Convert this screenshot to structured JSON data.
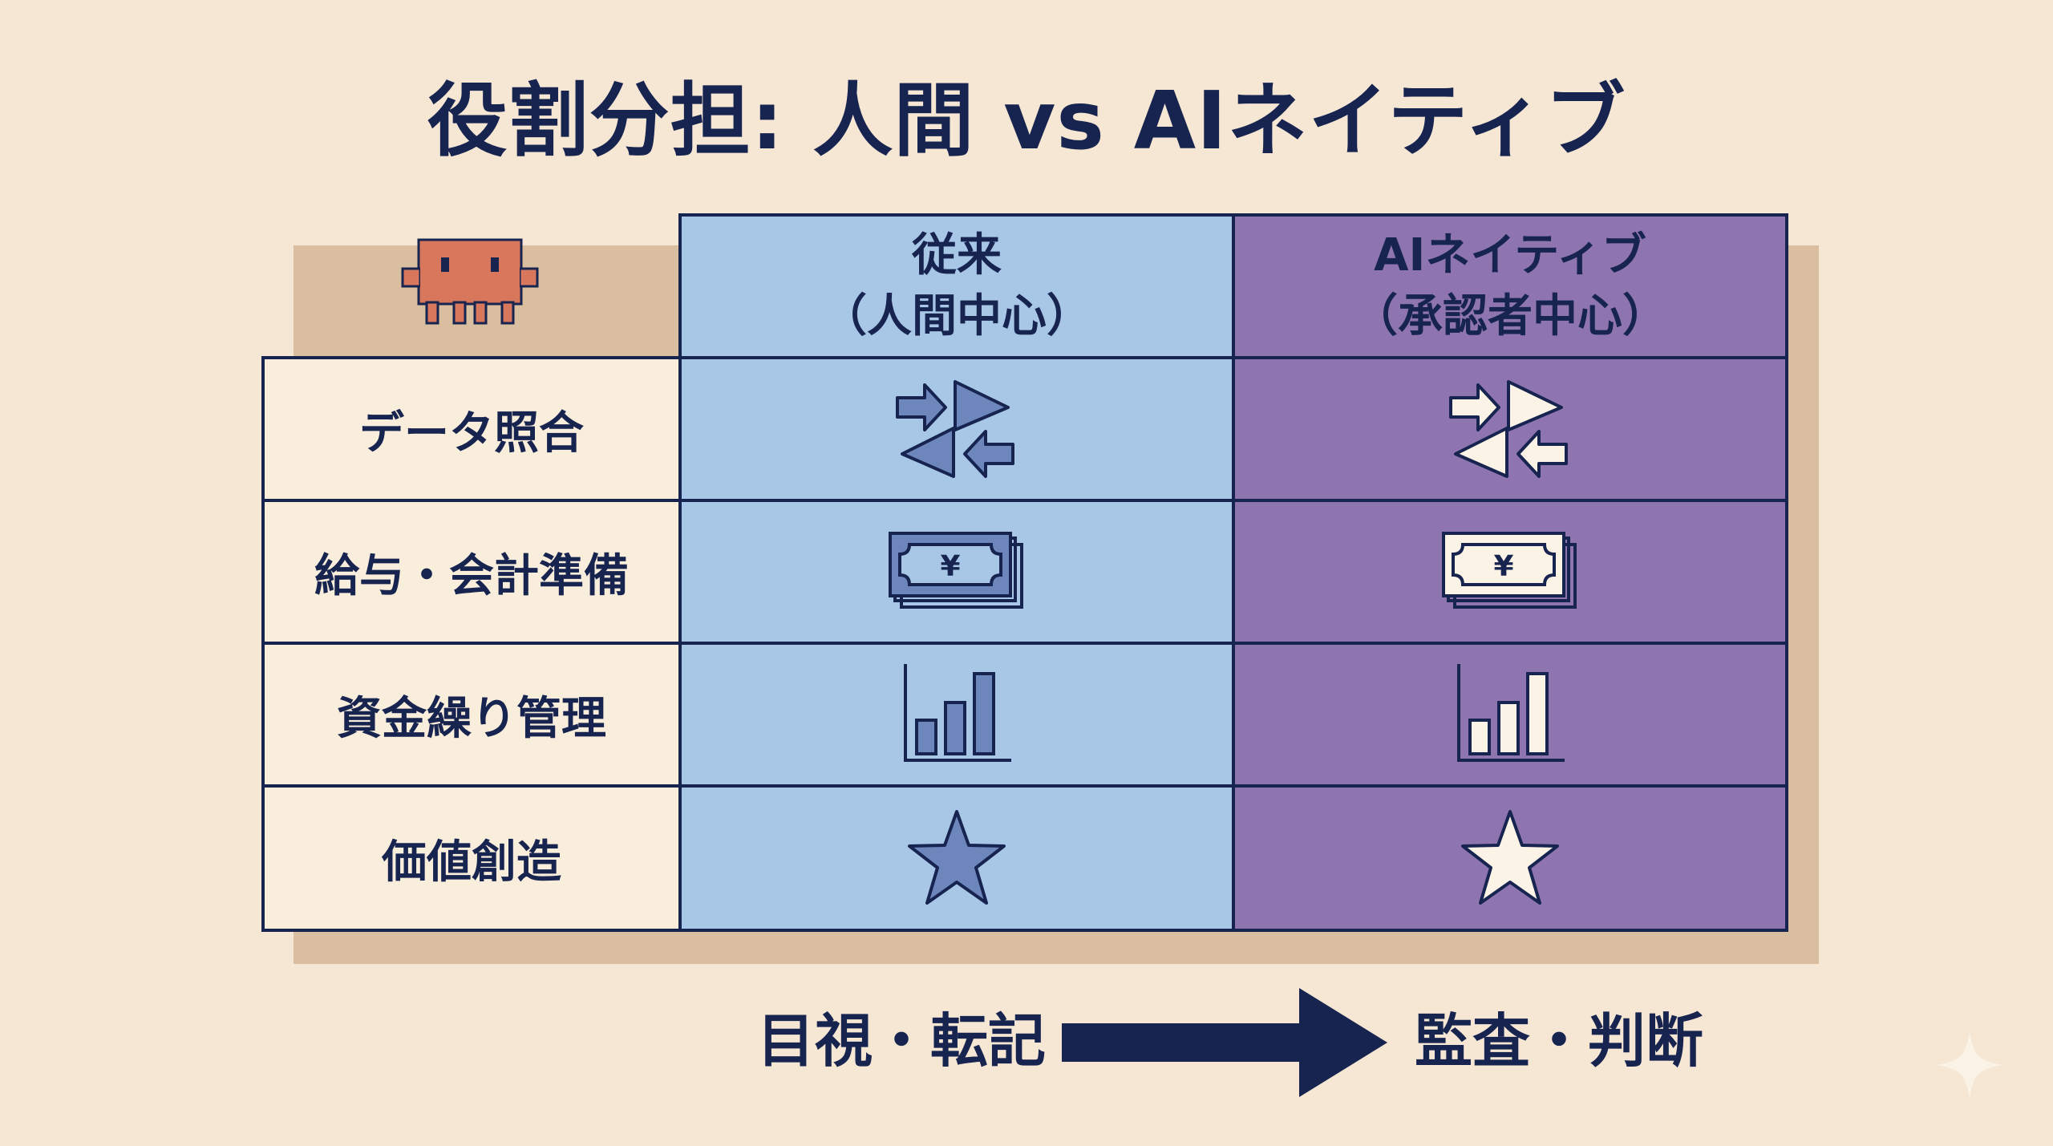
{
  "title": "役割分担: 人間 vs AIネイティブ",
  "columns": [
    {
      "line1": "従来",
      "line2": "（人間中心）"
    },
    {
      "line1": "AIネイティブ",
      "line2": "（承認者中心）"
    }
  ],
  "rows": [
    {
      "label": "データ照合",
      "icon": "exchange-arrows-icon"
    },
    {
      "label": "給与・会計準備",
      "icon": "yen-banknote-icon"
    },
    {
      "label": "資金繰り管理",
      "icon": "bar-chart-icon"
    },
    {
      "label": "価値創造",
      "icon": "star-icon"
    }
  ],
  "flow": {
    "from": "目視・転記",
    "to": "監査・判断"
  },
  "colors": {
    "background": "#f6e6d4",
    "traditional_column": "#a8c6e6",
    "ai_column": "#8f75b0",
    "ink": "#16244f",
    "mascot": "#d9775c"
  },
  "icons": {
    "mascot": "pixel-creature-icon",
    "sparkle": "sparkle-icon"
  }
}
